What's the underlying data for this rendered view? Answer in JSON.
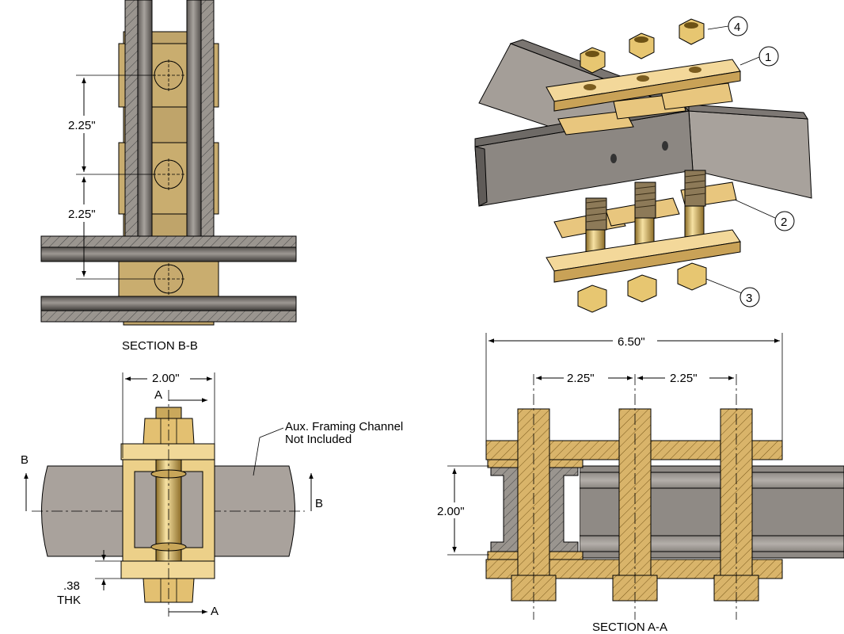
{
  "views": {
    "section_bb": {
      "title": "SECTION B-B",
      "dim_upper": "2.25\"",
      "dim_lower": "2.25\""
    },
    "end_view": {
      "width_dim": "2.00\"",
      "cut_top": "A",
      "cut_bottom": "A",
      "cut_left": "B",
      "cut_right": "B",
      "note_line1": "Aux. Framing Channel",
      "note_line2": "Not Included",
      "thk_value": ".38",
      "thk_label": "THK"
    },
    "section_aa": {
      "title": "SECTION A-A",
      "overall_dim": "6.50\"",
      "pitch_left": "2.25\"",
      "pitch_right": "2.25\"",
      "height_dim": "2.00\""
    },
    "iso_view": {
      "balloons": [
        "1",
        "2",
        "3",
        "4"
      ]
    }
  },
  "colors": {
    "brass": "#d9b46a",
    "brass_light": "#f2dca0",
    "brass_dark": "#9c7a35",
    "steel": "#a6a09a",
    "steel_dark": "#6f6a65",
    "rod": "#7f7a75"
  }
}
